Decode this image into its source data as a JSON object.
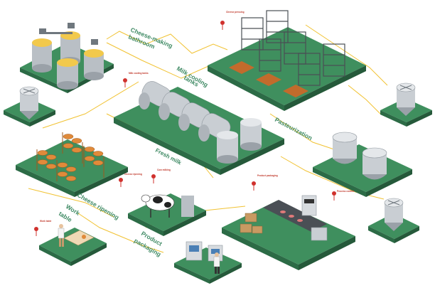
{
  "colors": {
    "platform_top": "#3f8f5e",
    "platform_side": "#2c6b46",
    "route_line": "#f1c232",
    "label_green": "#3f8a64",
    "steel": "#c9ced3",
    "steel_dark": "#8e969d",
    "wood": "#e08a3a",
    "pin_red": "#d0312d"
  },
  "labels": {
    "cheese_making": "Cheese-making",
    "cheese_making_2": "bathroom",
    "milk_cooling": "Milk cooling",
    "milk_cooling_2": "tanks",
    "pasteurization": "Pasteurization",
    "fresh_milk": "Fresh milk",
    "cheese_ripening": "Cheese ripening",
    "work_table": "Work",
    "work_table_2": "table",
    "product_packaging": "Product",
    "product_packaging_2": "packaging"
  },
  "pins": {
    "cheese_pressing": "Cheese pressing",
    "milk_cooling": "Milk cooling tanks",
    "cheese_ripening": "Cheese ripening",
    "cow_milking": "Cow milking",
    "product_packaging": "Product packaging",
    "process_control": "Process control",
    "work_table": "Work table"
  }
}
